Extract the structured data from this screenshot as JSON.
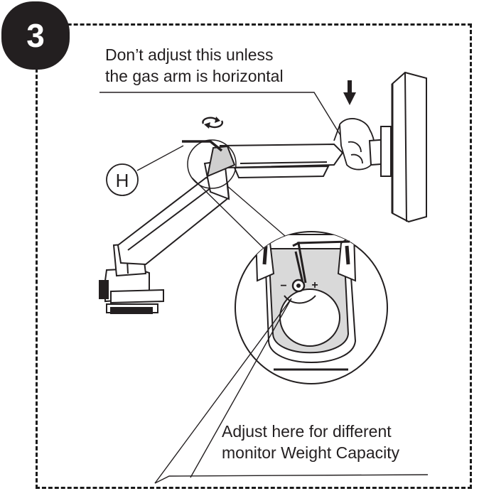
{
  "step": {
    "number": "3"
  },
  "notes": {
    "top_line_1": "Don’t adjust this unless",
    "top_line_2": "the gas arm is horizontal",
    "bottom_line_1": "Adjust here for different",
    "bottom_line_2": "monitor Weight Capacity"
  },
  "parts": {
    "hex_key_label": "H",
    "minus_sign": "−",
    "plus_sign": "+"
  },
  "colors": {
    "ink": "#231f20",
    "badge": "#231f20",
    "background": "#ffffff"
  },
  "icons": [
    "rotate-arrows-icon",
    "down-arrow-icon",
    "hex-key-icon"
  ]
}
